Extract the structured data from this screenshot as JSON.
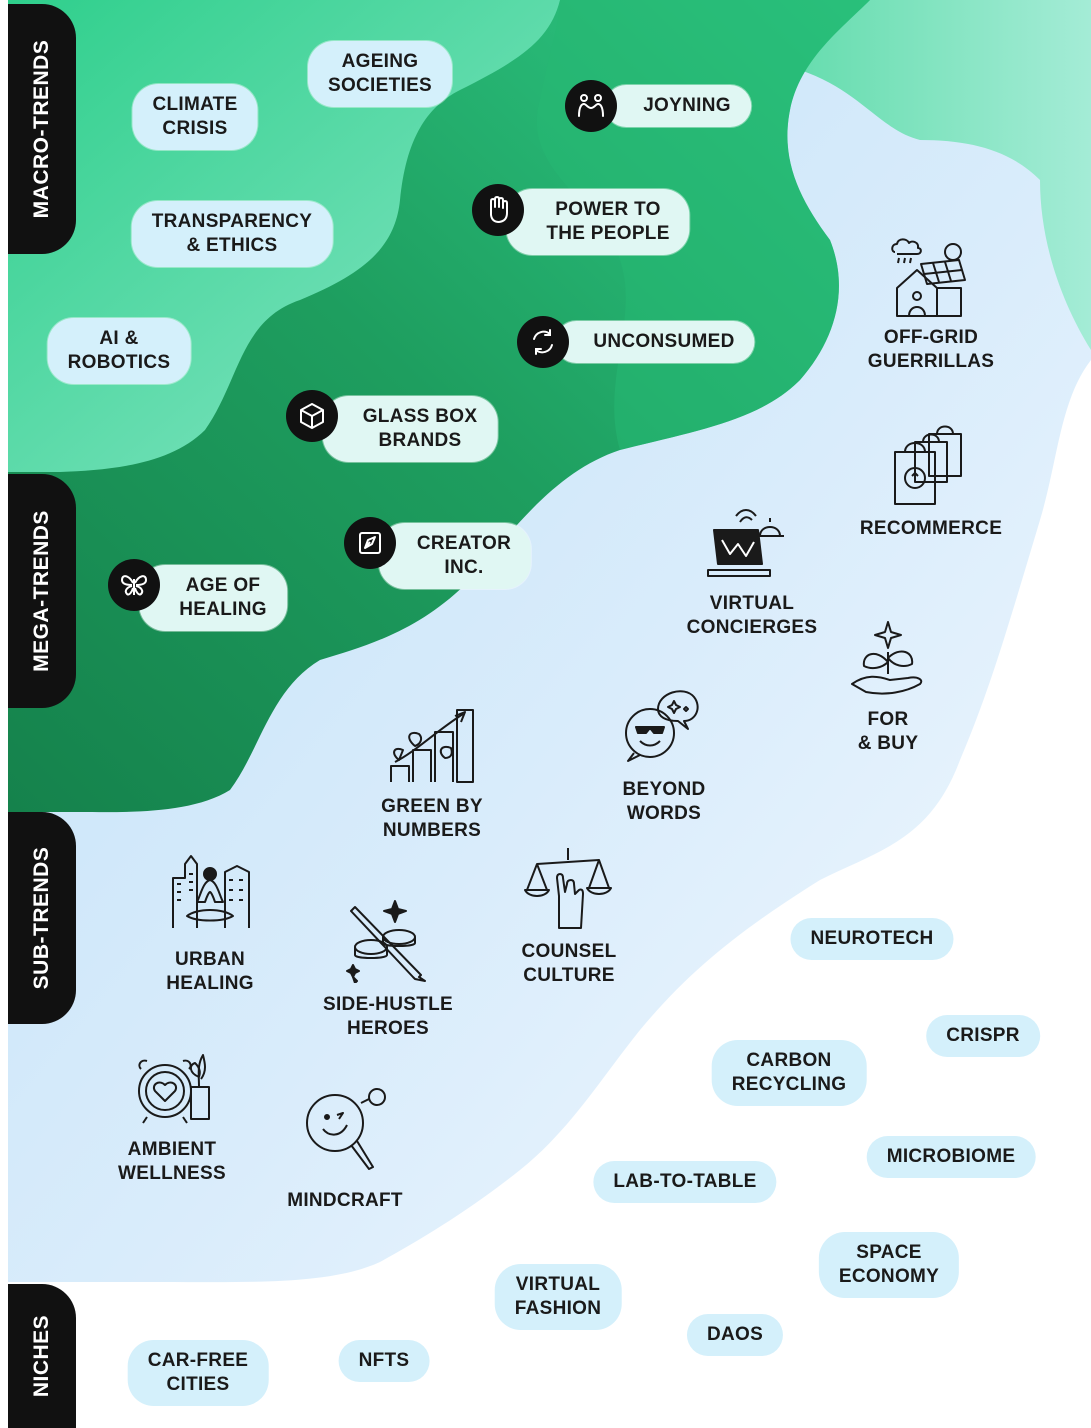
{
  "levels": {
    "macro": "MACRO-TRENDS",
    "mega": "MEGA-TRENDS",
    "sub": "SUB-TRENDS",
    "niches": "NICHES"
  },
  "macro_trends": {
    "climate_crisis": [
      "CLIMATE",
      "CRISIS"
    ],
    "ageing_societies": [
      "AGEING",
      "SOCIETIES"
    ],
    "transparency_ethics": [
      "TRANSPARENCY",
      "& ETHICS"
    ],
    "ai_robotics": [
      "AI &",
      "ROBOTICS"
    ]
  },
  "mega_trends": {
    "joyning": [
      "JOYNING"
    ],
    "power_to_the_people": [
      "POWER TO",
      "THE PEOPLE"
    ],
    "unconsumed": [
      "UNCONSUMED"
    ],
    "glass_box_brands": [
      "GLASS BOX",
      "BRANDS"
    ],
    "creator_inc": [
      "CREATOR",
      "INC."
    ],
    "age_of_healing": [
      "AGE OF",
      "HEALING"
    ]
  },
  "sub_trends": {
    "off_grid_guerrillas": [
      "OFF-GRID",
      "GUERRILLAS"
    ],
    "recommerce": [
      "RECOMMERCE"
    ],
    "virtual_concierges": [
      "VIRTUAL",
      "CONCIERGES"
    ],
    "for_and_buy": [
      "FOR",
      "& BUY"
    ],
    "beyond_words": [
      "BEYOND",
      "WORDS"
    ],
    "green_by_numbers": [
      "GREEN BY",
      "NUMBERS"
    ],
    "counsel_culture": [
      "COUNSEL",
      "CULTURE"
    ],
    "urban_healing": [
      "URBAN",
      "HEALING"
    ],
    "side_hustle_heroes": [
      "SIDE-HUSTLE",
      "HEROES"
    ],
    "ambient_wellness": [
      "AMBIENT",
      "WELLNESS"
    ],
    "mindcraft": [
      "MINDCRAFT"
    ]
  },
  "niches": {
    "neurotech": [
      "NEUROTECH"
    ],
    "crispr": [
      "CRISPR"
    ],
    "carbon_recycling": [
      "CARBON",
      "RECYCLING"
    ],
    "microbiome": [
      "MICROBIOME"
    ],
    "lab_to_table": [
      "LAB-TO-TABLE"
    ],
    "space_economy": [
      "SPACE",
      "ECONOMY"
    ],
    "virtual_fashion": [
      "VIRTUAL",
      "FASHION"
    ],
    "daos": [
      "DAOS"
    ],
    "car_free_cities": [
      "CAR-FREE",
      "CITIES"
    ],
    "nfts": [
      "NFTS"
    ]
  },
  "icons": {
    "joyning": "people-group-icon",
    "power_to_the_people": "raised-fist-icon",
    "unconsumed": "circular-arrows-icon",
    "glass_box_brands": "transparent-cube-icon",
    "creator_inc": "pen-tool-icon",
    "age_of_healing": "butterfly-icon"
  },
  "colors": {
    "macro_layer": "#62d8ad",
    "mega_layer": "#1c9a5c",
    "mega_layer_light": "#2dc783",
    "sub_layer_top": "#cfe6fb",
    "sub_layer_bottom": "#eaf5fd",
    "label_band": "#111111",
    "pill": "#d4f0fb",
    "text": "#1a1a1a"
  }
}
